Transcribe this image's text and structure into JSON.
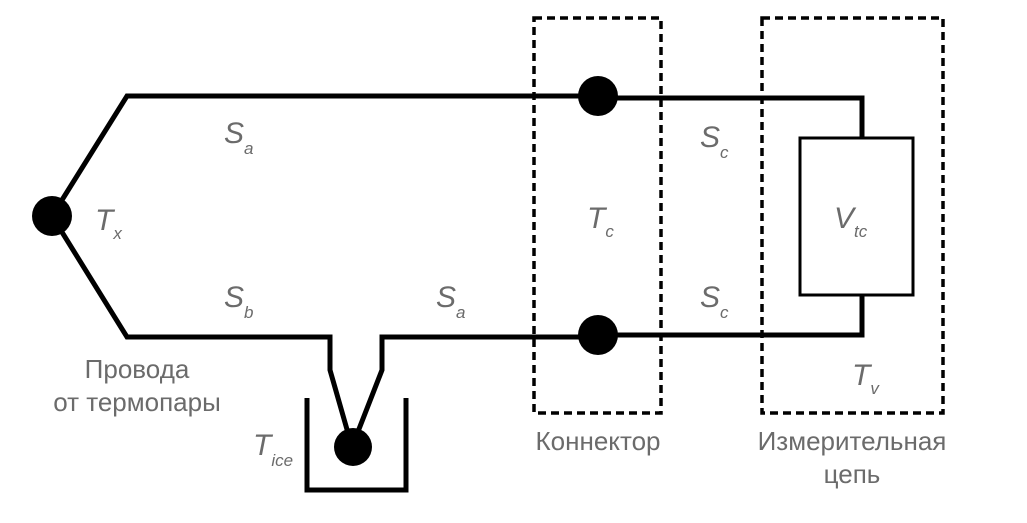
{
  "labels": {
    "tx": {
      "main": "T",
      "sub": "x"
    },
    "sa_top": {
      "main": "S",
      "sub": "a"
    },
    "sb": {
      "main": "S",
      "sub": "b"
    },
    "sa_bottom": {
      "main": "S",
      "sub": "a"
    },
    "sc_top": {
      "main": "S",
      "sub": "c"
    },
    "sc_bottom": {
      "main": "S",
      "sub": "c"
    },
    "tc": {
      "main": "T",
      "sub": "c"
    },
    "vtc": {
      "main": "V",
      "sub": "tc"
    },
    "tv": {
      "main": "T",
      "sub": "v"
    },
    "tice": {
      "main": "T",
      "sub": "ice"
    }
  },
  "captions": {
    "wires_line1": "Провода",
    "wires_line2": "от термопары",
    "connector": "Коннектор",
    "circuit_line1": "Измерительная",
    "circuit_line2": "цепь"
  },
  "colors": {
    "line": "#000000",
    "text": "#6b6b6b"
  }
}
